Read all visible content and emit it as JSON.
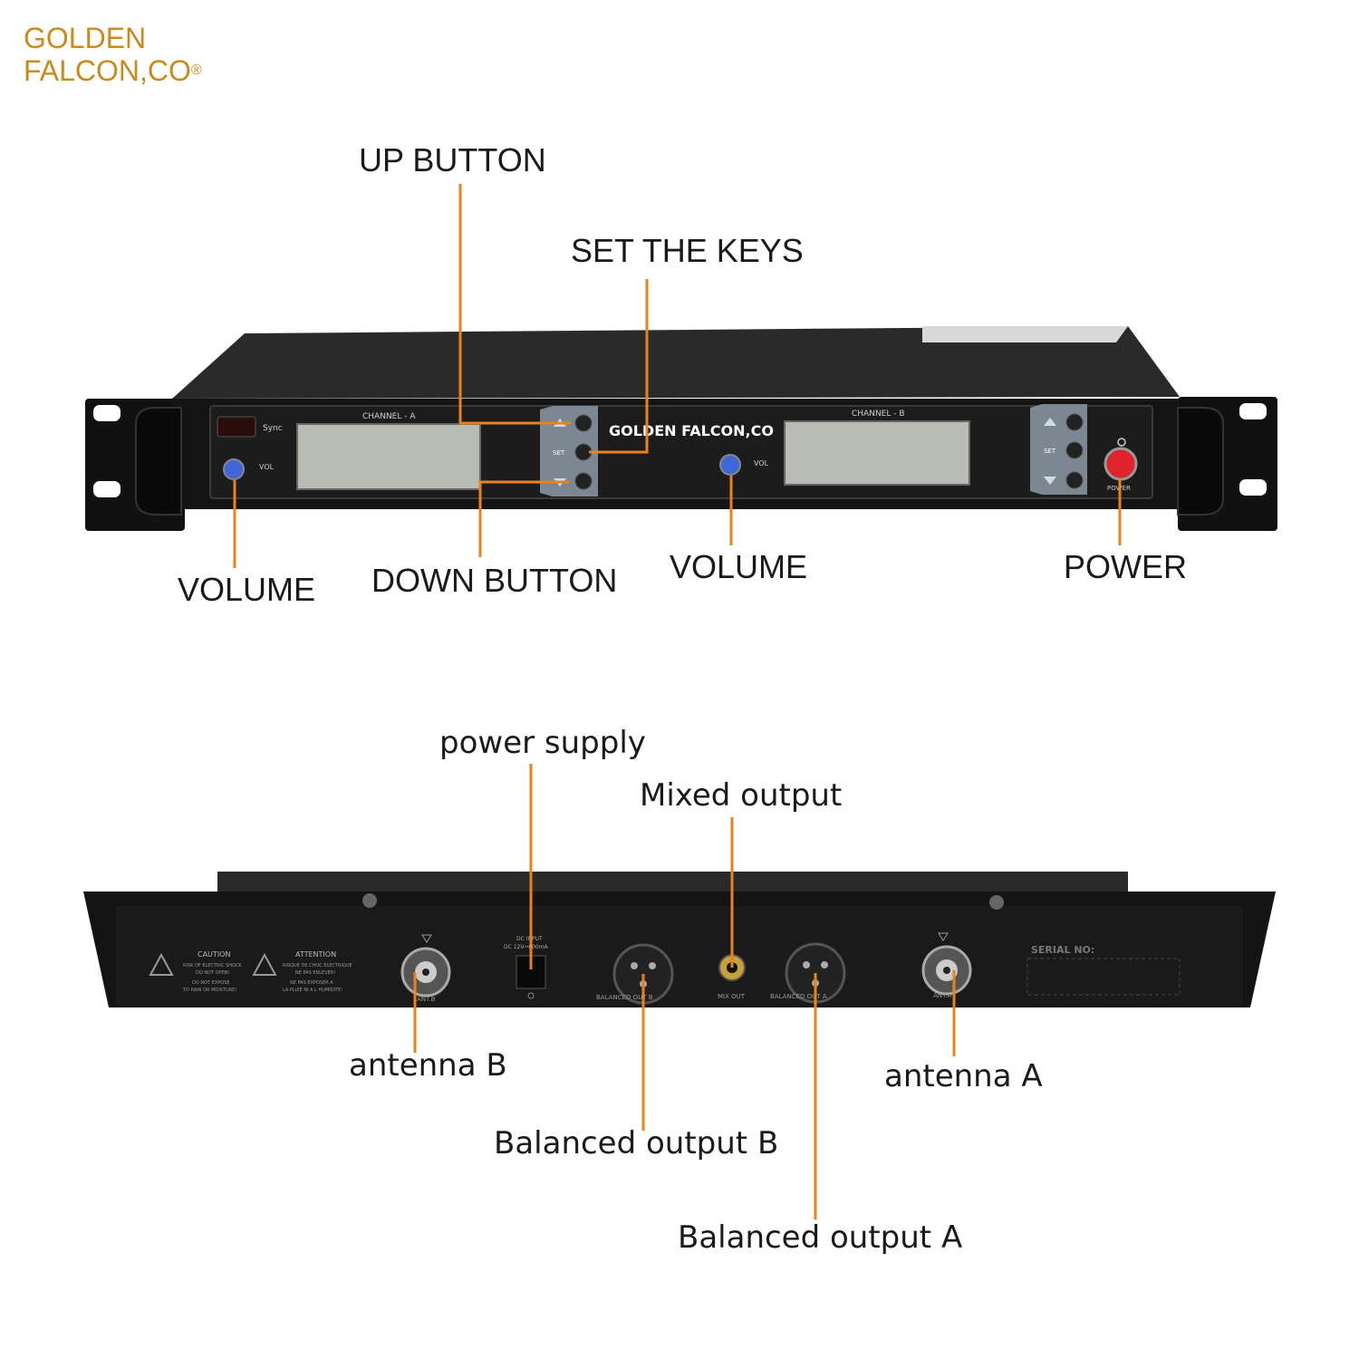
{
  "brand": {
    "line1": "GOLDEN",
    "line2": "FALCON,CO",
    "mark": "®"
  },
  "front_panel": {
    "brand_text": "GOLDEN FALCON,CO",
    "channel_a_label": "CHANNEL - A",
    "channel_b_label": "CHANNEL - B",
    "sync_label": "Sync",
    "vol_label": "VOL",
    "set_label": "SET",
    "power_label": "POWER",
    "power_button_color": "#e0242c",
    "knob_color": "#3f66d8"
  },
  "rear_panel": {
    "caution_title": "CAUTION",
    "caution_line1": "RISK OF ELECTRIC SHOCK",
    "caution_line2": "DO NOT OPEN!",
    "caution_line3": "DO NOT EXPOSE",
    "caution_line4": "TO RAIN OR MOISTURE!",
    "attention_title": "ATTENTION",
    "attention_line1": "RISQUE DE CHOC ELECTRIQUE",
    "attention_line2": "NE PAS ENLEVER!",
    "attention_line3": "NE PAS EXPOSER A",
    "attention_line4": "LA PLUIE NI A L HUMIDITE!",
    "ant_b_label": "ANT.B",
    "ant_a_label": "ANT.A",
    "dc_input_line1": "DC INPUT",
    "dc_input_line2": "DC 12V⎓600mA",
    "balanced_out_b_label": "BALANCED OUT B",
    "balanced_out_a_label": "BALANCED OUT A",
    "mix_out_label": "MIX OUT",
    "serial_label": "SERIAL NO:"
  },
  "callouts": {
    "up_button": "UP BUTTON",
    "set_keys": "SET THE KEYS",
    "volume_left": "VOLUME",
    "down_button": "DOWN BUTTON",
    "volume_right": "VOLUME",
    "power": "POWER",
    "power_supply": "power supply",
    "mixed_output": "Mixed output",
    "antenna_b": "antenna B",
    "antenna_a": "antenna A",
    "balanced_output_b": "Balanced output B",
    "balanced_output_a": "Balanced output A"
  },
  "colors": {
    "leader_line": "#e8821e",
    "brand": "#c98a1e",
    "chassis": "#141414"
  }
}
